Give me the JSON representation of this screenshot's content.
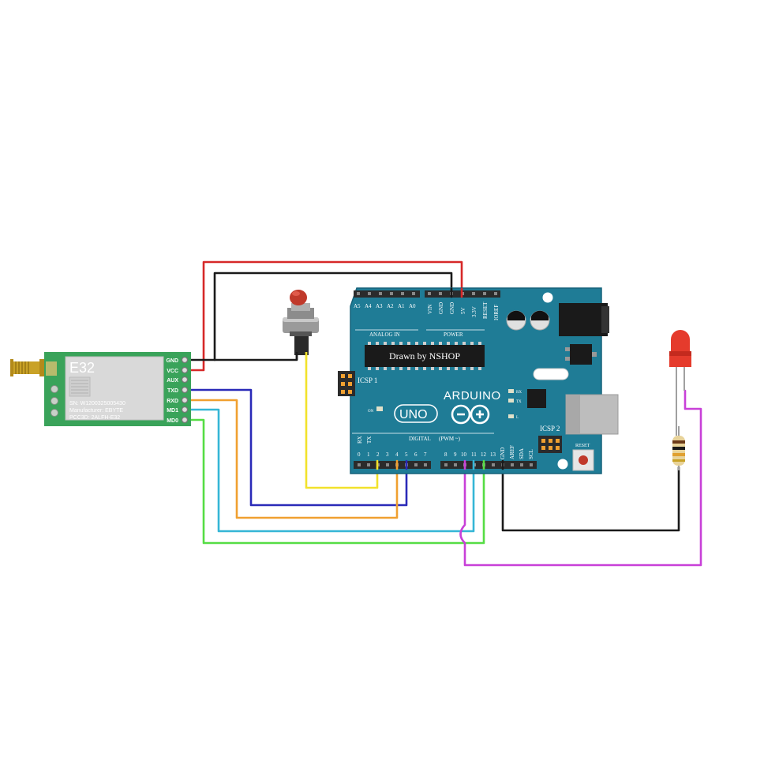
{
  "arduino": {
    "board_label": "Drawn by NSHOP",
    "brand": "ARDUINO",
    "model": "UNO",
    "icsp1": "ICSP 1",
    "icsp2": "ICSP 2",
    "reset": "RESET",
    "analog_in": "ANALOG IN",
    "power": "POWER",
    "digital": "DIGITAL",
    "pwm": "(PWM ~)",
    "on": "ON",
    "led_rx": "RX",
    "led_tx": "TX",
    "led_l": "L",
    "rx": "RX",
    "tx": "TX",
    "analog_pins": [
      "A5",
      "A4",
      "A3",
      "A2",
      "A1",
      "A0"
    ],
    "power_pins": [
      "VIN",
      "GND",
      "GND",
      "5V",
      "3.3V",
      "RESET",
      "IOREF"
    ],
    "digital_pins_low": [
      "0",
      "1",
      "2",
      "3",
      "4",
      "5",
      "6",
      "7"
    ],
    "digital_pins_high": [
      "8",
      "9",
      "10",
      "11",
      "12",
      "13",
      "GND",
      "AREF",
      "SDA",
      "SCL"
    ],
    "colors": {
      "board": "#1f7c96",
      "header": "#2b2b2b"
    }
  },
  "e32": {
    "title": "E32",
    "lines": [
      "SN: W1200325005430",
      "Manufacturer: EBYTE",
      "PCC3D: 2ALFH-E32"
    ],
    "pins": [
      "GND",
      "VCC",
      "AUX",
      "TXD",
      "RXD",
      "MD1",
      "MD0"
    ],
    "colors": {
      "pcb": "#3aa35a",
      "shield": "#d9d9d9"
    }
  },
  "wire_colors": {
    "red": "#d62828",
    "black": "#1a1a1a",
    "yellow": "#f2e22b",
    "blue": "#2a2ab8",
    "orange": "#f0a030",
    "cyan": "#35b6d6",
    "green": "#55dd44",
    "magenta": "#c840d8"
  }
}
